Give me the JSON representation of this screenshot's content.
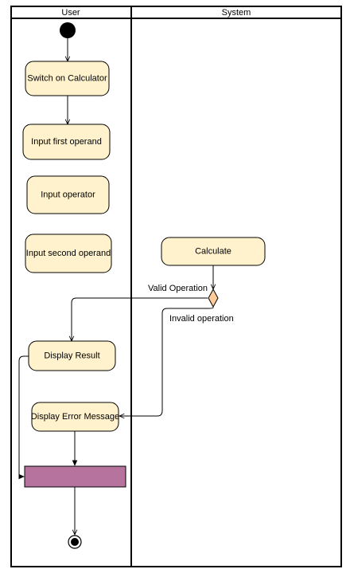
{
  "lanes": {
    "user": "User",
    "system": "System"
  },
  "actions": {
    "switch_on": "Switch on Calculator",
    "input_first": "Input first operand",
    "input_operator": "Input operator",
    "input_second": "Input second operand",
    "calculate": "Calculate",
    "display_result": "Display Result",
    "display_error": "Display Error Message"
  },
  "guards": {
    "valid": "Valid Operation",
    "invalid": "Invalid operation"
  },
  "colors": {
    "action_fill": "#FFF2CC",
    "decision_fill": "#FFCC99",
    "merge_bar_fill": "#B5739D",
    "line": "#000000"
  }
}
